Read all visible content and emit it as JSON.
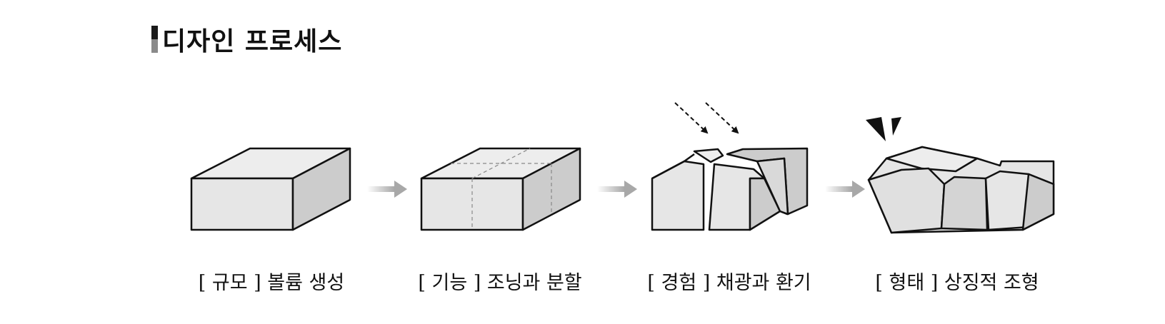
{
  "title": "디자인 프로세스",
  "steps": [
    {
      "label": "[ 규모 ] 볼륨 생성"
    },
    {
      "label": "[ 기능 ] 조닝과 분할"
    },
    {
      "label": "[ 경험 ] 채광과 환기"
    },
    {
      "label": "[ 형태 ] 상징적 조형"
    }
  ],
  "colors": {
    "face_light": "#e6e6e6",
    "face_top": "#ededed",
    "face_side": "#cccccc",
    "outline": "#111111",
    "arrow": "#b3b3b3",
    "title_mark_top": "#1a1a1a",
    "title_mark_bottom": "#8a8a8a"
  }
}
